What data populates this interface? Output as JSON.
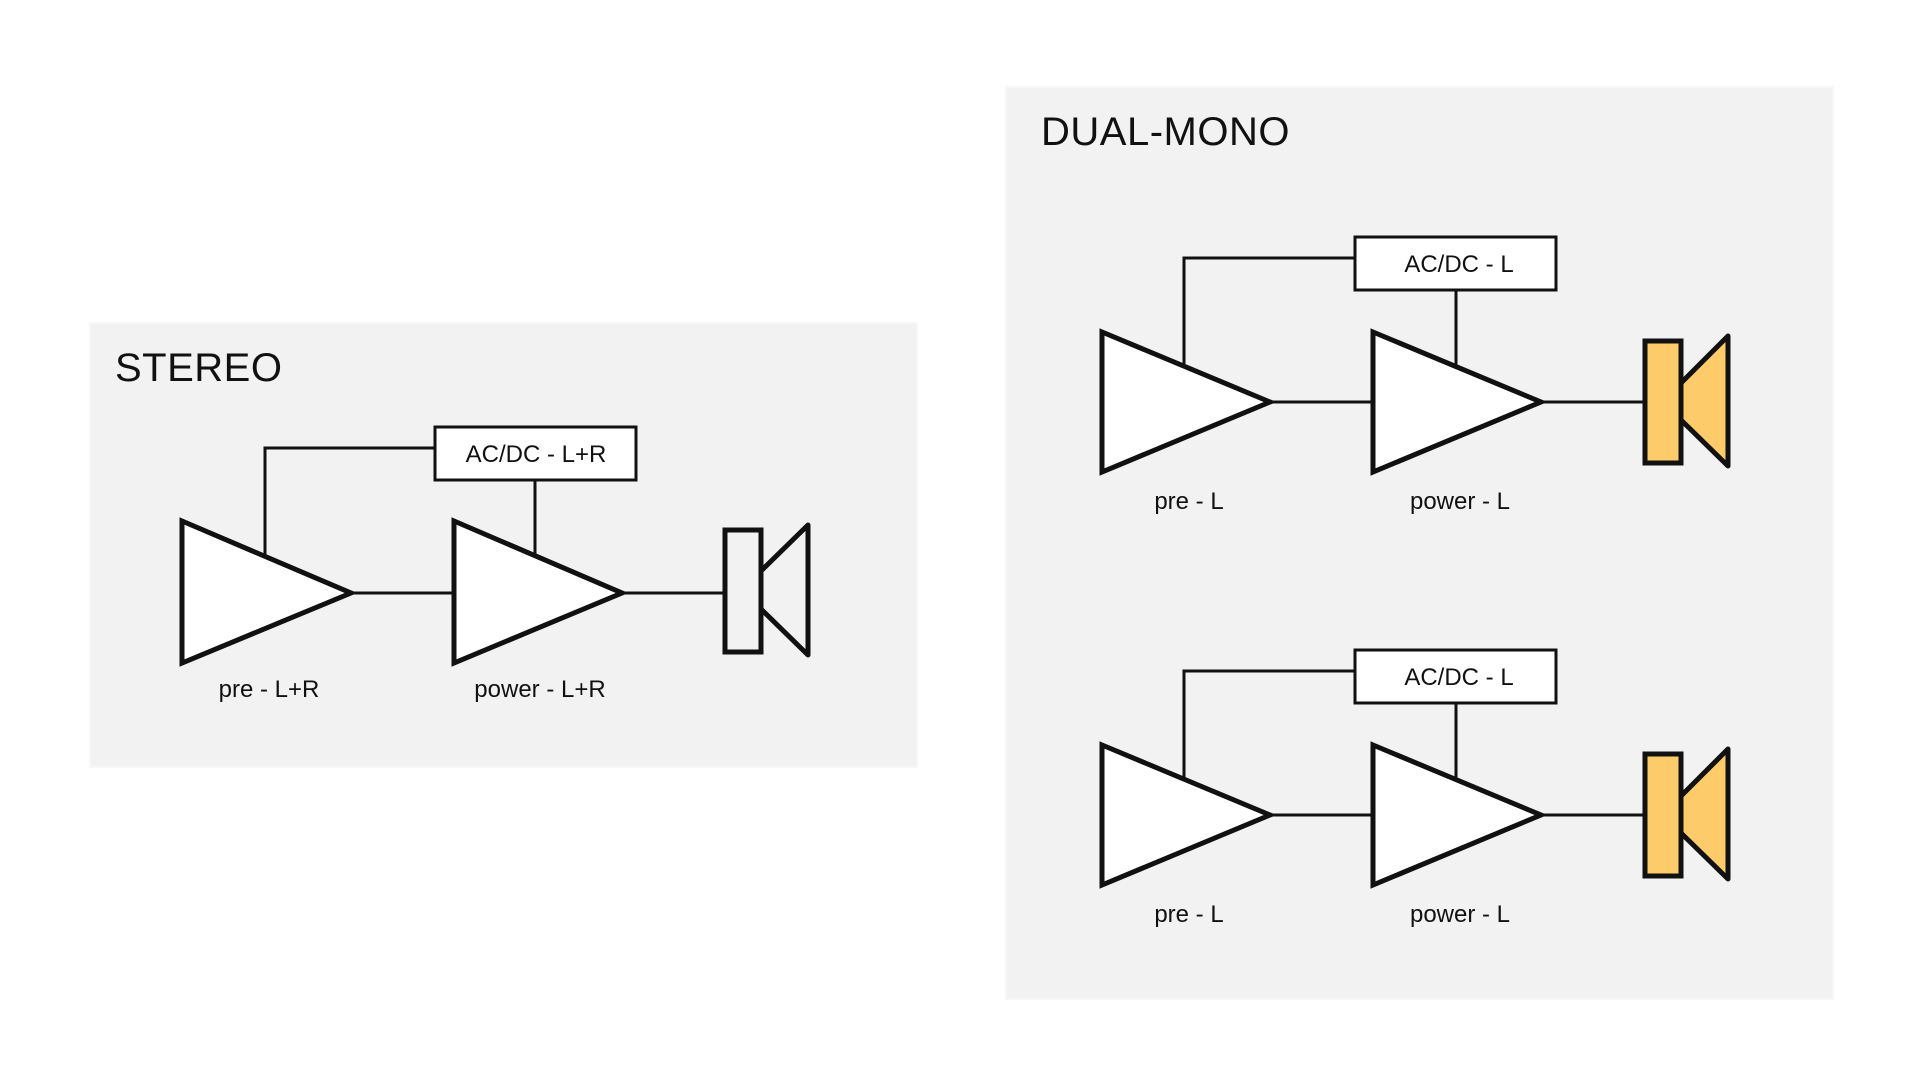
{
  "colors": {
    "background": "#ffffff",
    "panel_fill": "#f2f2f2",
    "stroke": "#111111",
    "block_fill": "#ffffff",
    "speaker_plain_fill": "#f2f2f2",
    "speaker_highlight_fill": "#fdcb69"
  },
  "stereo": {
    "title": "STEREO",
    "psu_label": "AC/DC - L+R",
    "pre_label": "pre - L+R",
    "power_label": "power - L+R",
    "speaker_highlight": false
  },
  "dual_mono": {
    "title": "DUAL-MONO",
    "channels": [
      {
        "psu_label": "AC/DC - L",
        "pre_label": "pre - L",
        "power_label": "power - L",
        "speaker_highlight": true
      },
      {
        "psu_label": "AC/DC - L",
        "pre_label": "pre - L",
        "power_label": "power - L",
        "speaker_highlight": true
      }
    ]
  }
}
